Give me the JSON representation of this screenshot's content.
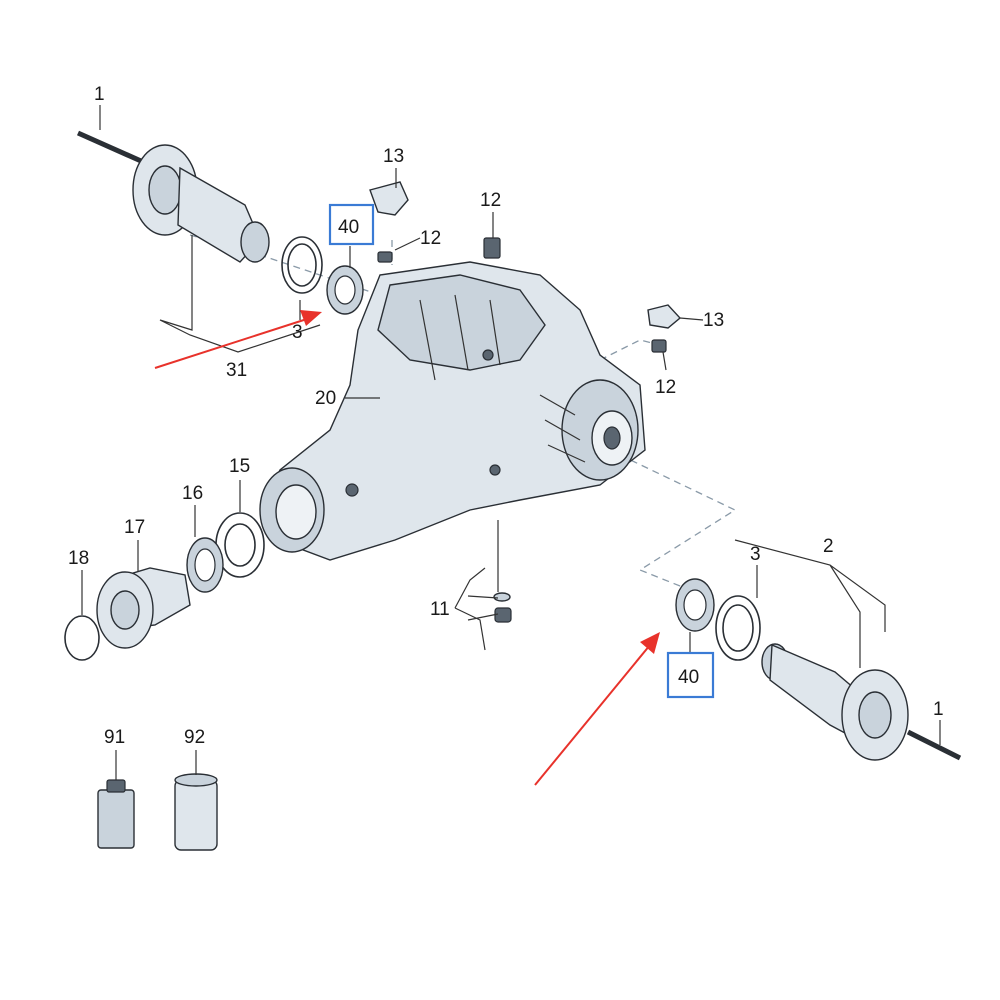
{
  "labels": {
    "l1_top": "1",
    "l13_top": "13",
    "l40_top": "40",
    "l12_top_a": "12",
    "l12_top_b": "12",
    "l3_top": "3",
    "l31": "31",
    "l20": "20",
    "l13_right": "13",
    "l12_right": "12",
    "l15": "15",
    "l16": "16",
    "l17": "17",
    "l18": "18",
    "l11": "11",
    "l3_right": "3",
    "l2": "2",
    "l40_bottom": "40",
    "l1_right": "1",
    "l91": "91",
    "l92": "92"
  },
  "colors": {
    "highlight_box": "#3a7bd5",
    "arrow": "#e8322b"
  }
}
